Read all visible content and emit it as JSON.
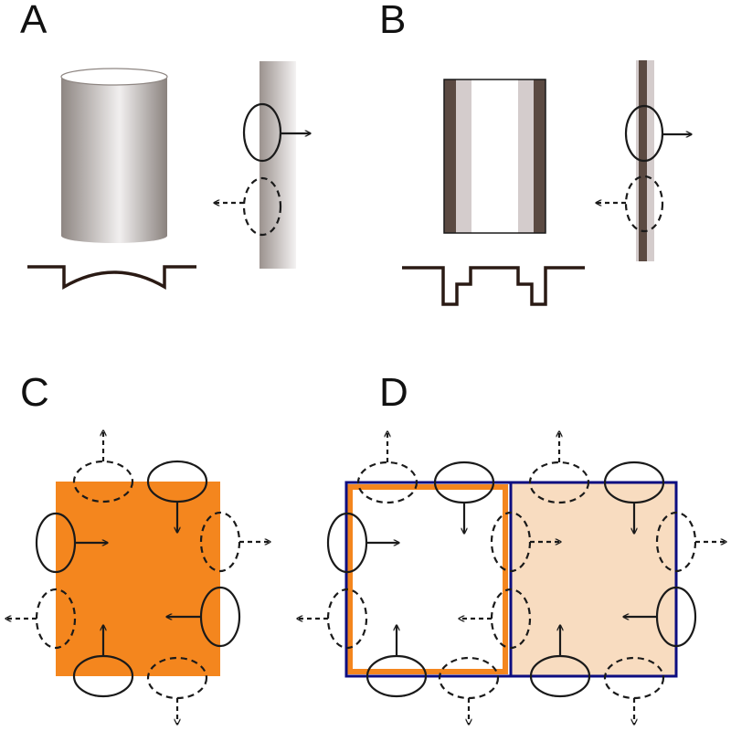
{
  "panels": {
    "a": {
      "label": "A"
    },
    "b": {
      "label": "B"
    },
    "c": {
      "label": "C"
    },
    "d": {
      "label": "D"
    }
  },
  "colors": {
    "orange": "#f4861e",
    "light_orange": "#f8dcc0",
    "navy": "#0d0d80",
    "dark_brown": "#5b4a42",
    "light_gray": "#d4cccc",
    "profile": "#2a1a14"
  },
  "icons": {
    "arrow": "arrow-icon",
    "solid_ellipse": "solid-ellipse-icon",
    "dashed_ellipse": "dashed-ellipse-icon"
  }
}
